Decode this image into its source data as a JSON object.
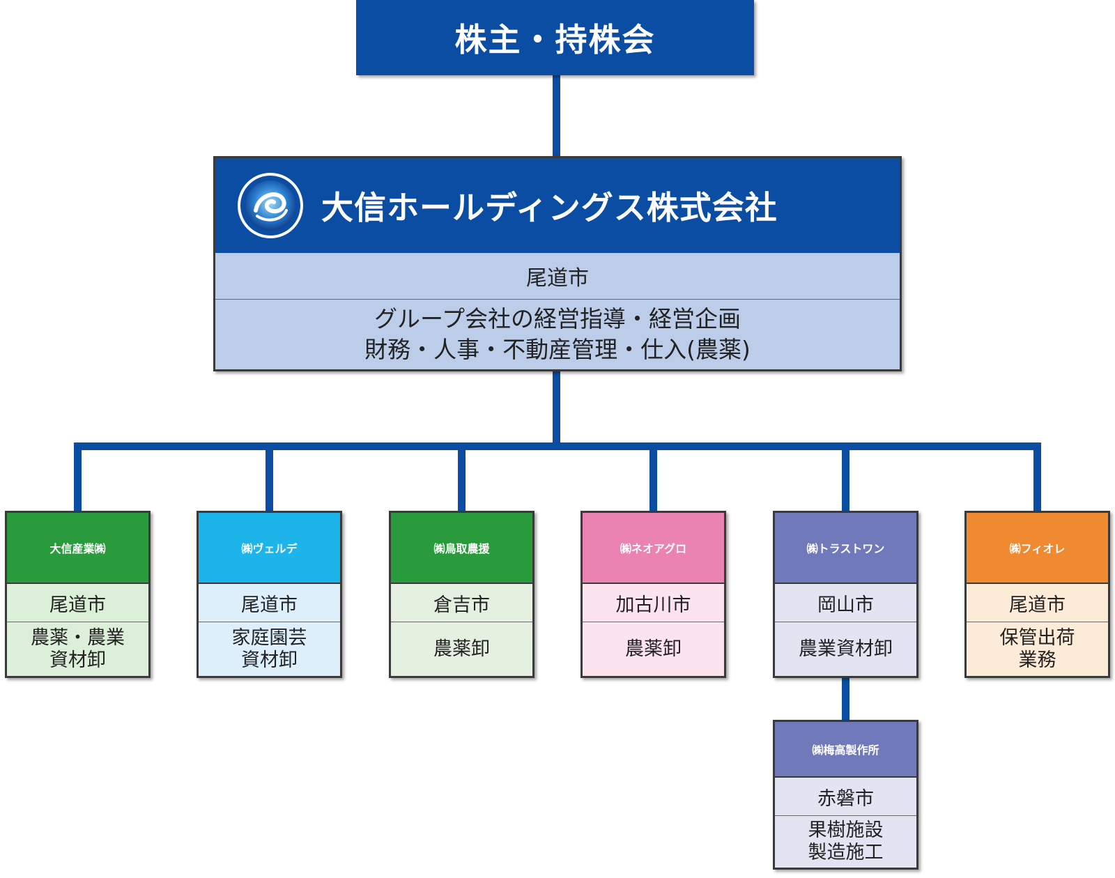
{
  "shareholders": {
    "label": "株主・持株会"
  },
  "holdings": {
    "name": "大信ホールディングス株式会社",
    "location": "尾道市",
    "business_line1": "グループ会社の経営指導・経営企画",
    "business_line2": "財務・人事・不動産管理・仕入(農薬)"
  },
  "subsidiaries": [
    {
      "name": "大信産業㈱",
      "location": "尾道市",
      "business_line1": "農薬・農業",
      "business_line2": "資材卸",
      "header_color": "#2a9b3c",
      "body_color": "#dcefd8"
    },
    {
      "name": "㈱ヴェルデ",
      "location": "尾道市",
      "business_line1": "家庭園芸",
      "business_line2": "資材卸",
      "header_color": "#1db4ea",
      "body_color": "#dceffa"
    },
    {
      "name": "㈱鳥取農援",
      "location": "倉吉市",
      "business_line1": "農薬卸",
      "business_line2": "",
      "header_color": "#2a9b3c",
      "body_color": "#e4f1e1"
    },
    {
      "name": "㈱ネオアグロ",
      "location": "加古川市",
      "business_line1": "農薬卸",
      "business_line2": "",
      "header_color": "#ea82b2",
      "body_color": "#fbe4ee"
    },
    {
      "name": "㈱トラストワン",
      "location": "岡山市",
      "business_line1": "農業資材卸",
      "business_line2": "",
      "header_color": "#7079b9",
      "body_color": "#e3e4f1"
    },
    {
      "name": "㈱フィオレ",
      "location": "尾道市",
      "business_line1": "保管出荷",
      "business_line2": "業務",
      "header_color": "#ef8a31",
      "body_color": "#fcebd7"
    }
  ],
  "trustone_child": {
    "name": "㈱梅高製作所",
    "location": "赤磐市",
    "business_line1": "果樹施設",
    "business_line2": "製造施工",
    "header_color": "#7079b9",
    "body_color": "#e3e4f1"
  }
}
